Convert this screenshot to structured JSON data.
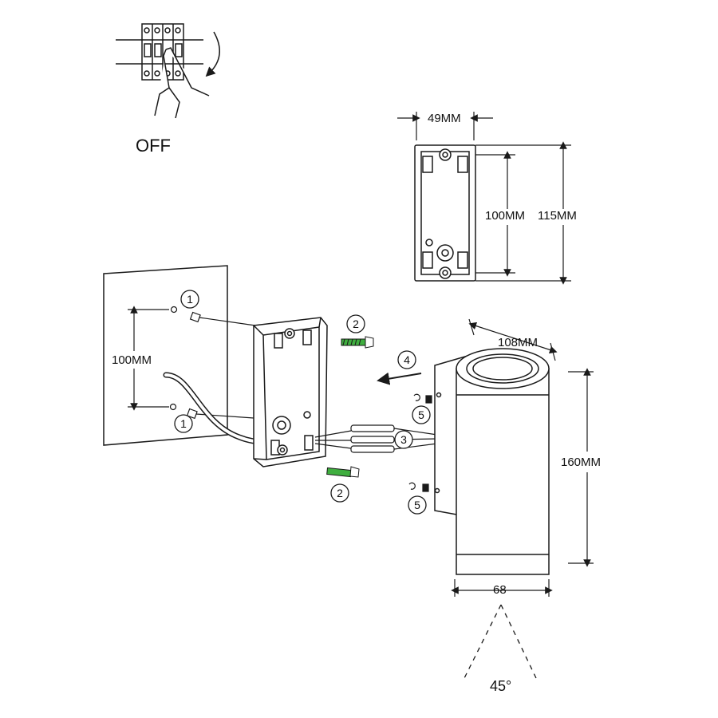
{
  "power_switch": {
    "label": "OFF"
  },
  "mounting_plate_dims": {
    "width": "49MM",
    "hole_spacing": "100MM",
    "height": "115MM"
  },
  "wall": {
    "hole_spacing": "100MM"
  },
  "lamp_dims": {
    "depth": "108MM",
    "height": "160MM",
    "diameter": "68",
    "beam_angle": "45°"
  },
  "steps": {
    "wall_plugs": "1",
    "screws": "2",
    "wiring": "3",
    "attach": "4",
    "set_screws": "5"
  },
  "colors": {
    "line": "#1a1a1a",
    "screw_green": "#3fae3f",
    "lamp_fill": "#ffffff",
    "wire": "#444444"
  }
}
